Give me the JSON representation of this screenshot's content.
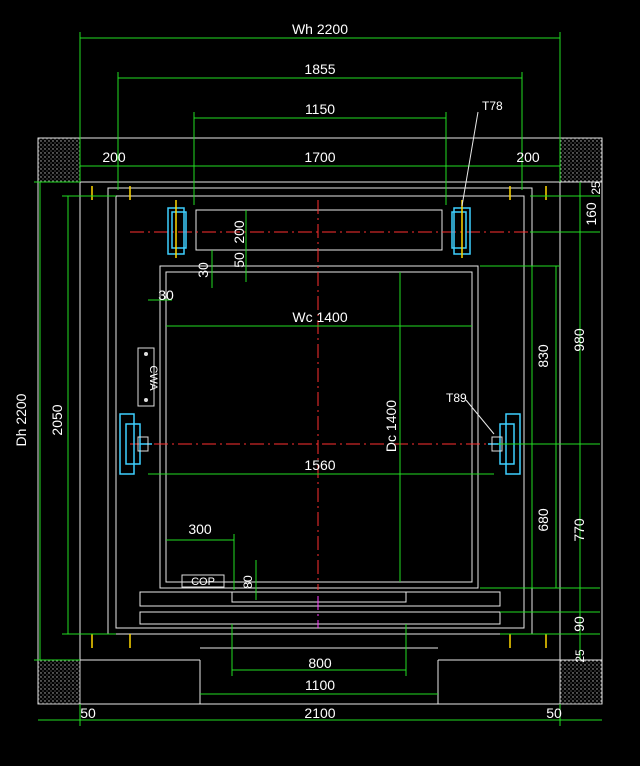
{
  "dimensions": {
    "wh": "Wh 2200",
    "d1855": "1855",
    "d1150": "1150",
    "d200_left": "200",
    "d1700": "1700",
    "d200_right": "200",
    "d25_top": "25",
    "d160": "160",
    "d200_cw": "200",
    "d50": "50",
    "d30_a": "30",
    "d30_b": "30",
    "wc": "Wc 1400",
    "d980": "980",
    "d830": "830",
    "dh": "Dh 2200",
    "d2050": "2050",
    "dc": "Dc 1400",
    "d1560": "1560",
    "d680": "680",
    "d770": "770",
    "d300": "300",
    "d80": "80",
    "d90": "90",
    "d25_bottom": "25",
    "d800": "800",
    "d1100": "1100",
    "d50_left": "50",
    "d2100": "2100",
    "d50_right": "50"
  },
  "tags": {
    "t78": "T78",
    "t89": "T89",
    "cop": "COP",
    "cwa": "CWA"
  },
  "colors": {
    "dimension": "#22dd22",
    "wall": "#e8e8e8",
    "centerline": "#ff3030",
    "door_axis": "#ff40ff",
    "rail": "#3ecfff",
    "bracket": "#ffd800",
    "background": "#000000"
  }
}
